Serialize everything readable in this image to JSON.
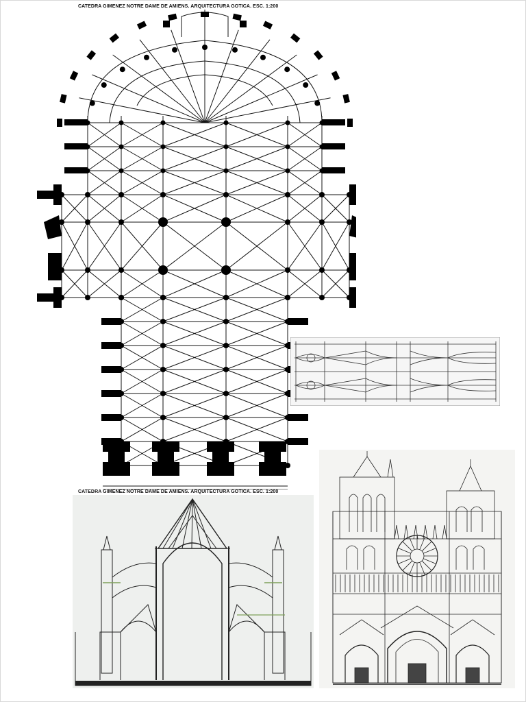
{
  "sheet": {
    "caption_plan": "CATEDRA GIMENEZ NOTRE DAME DE AMIENS. ARQUITECTURA GOTICA. ESC. 1:200",
    "caption_section": "CATEDRA GIMENEZ NOTRE DAME DE AMIENS. ARQUITECTURA GOTICA. ESC. 1:200"
  },
  "drawings": {
    "plan": "floor-plan",
    "vault": "vault-detail",
    "section": "cross-section",
    "facade": "west-facade"
  },
  "colors": {
    "ink": "#000000",
    "line": "#222222",
    "paper_section": "#eef0ee",
    "paper_facade": "#f4f4f2",
    "accent_green": "#7fa05a"
  }
}
